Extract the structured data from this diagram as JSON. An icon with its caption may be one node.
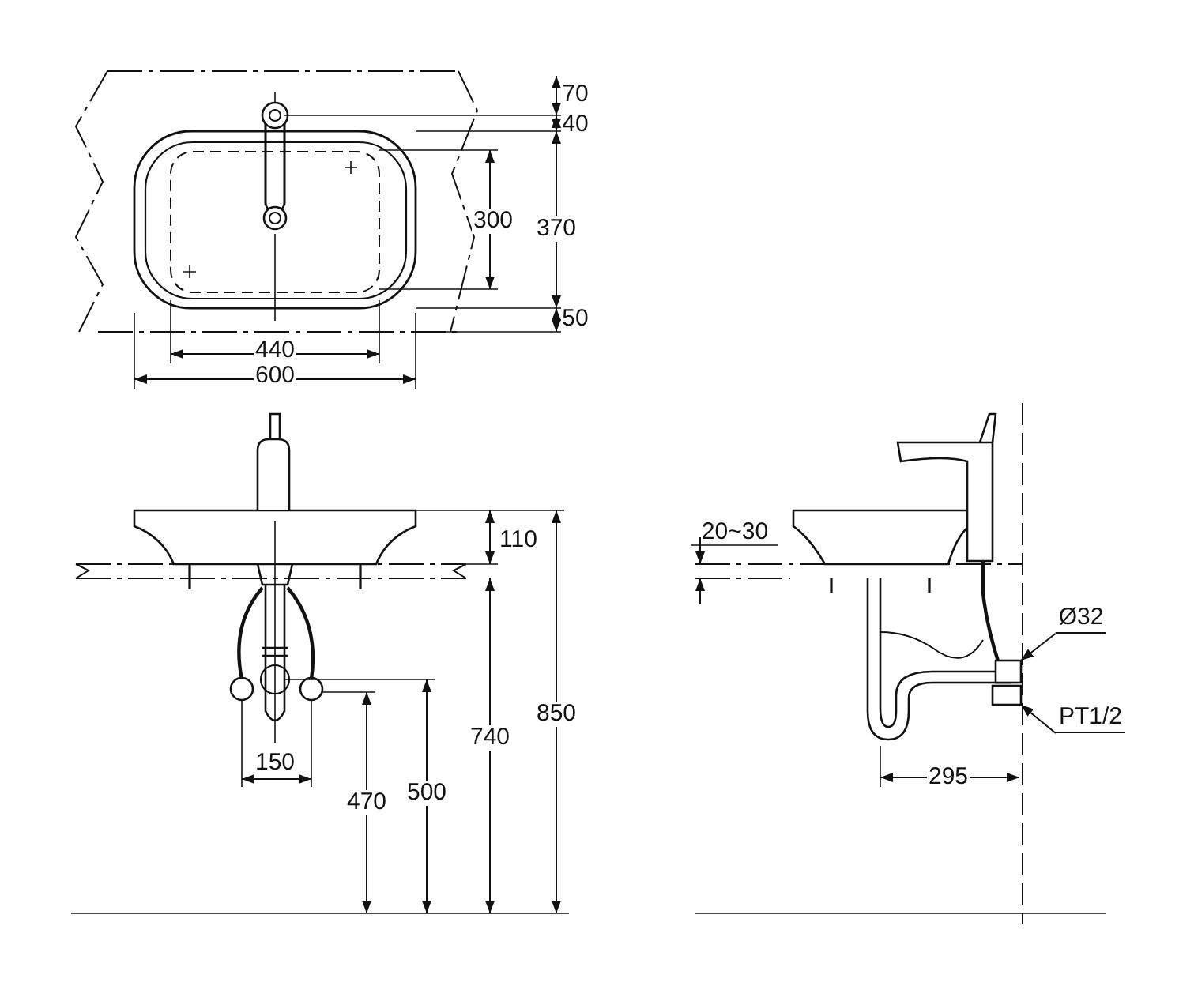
{
  "diagram": {
    "nodes": [
      {
        "text": [
          "Ø32"
        ]
      },
      {
        "text": [
          "PT1/2"
        ]
      },
      {
        "text": [],
        "shape": "box"
      },
      {
        "text": [],
        "shape": "box"
      }
    ],
    "edges": [
      {
        "from": 0,
        "to": 2,
        "arrow": "to"
      },
      {
        "from": 1,
        "to": 3,
        "arrow": "to"
      }
    ],
    "labels": [
      "70",
      "40",
      "300",
      "370",
      "50",
      "440",
      "600",
      "110",
      "850",
      "740",
      "150",
      "470",
      "500",
      "20~30",
      "295"
    ]
  }
}
